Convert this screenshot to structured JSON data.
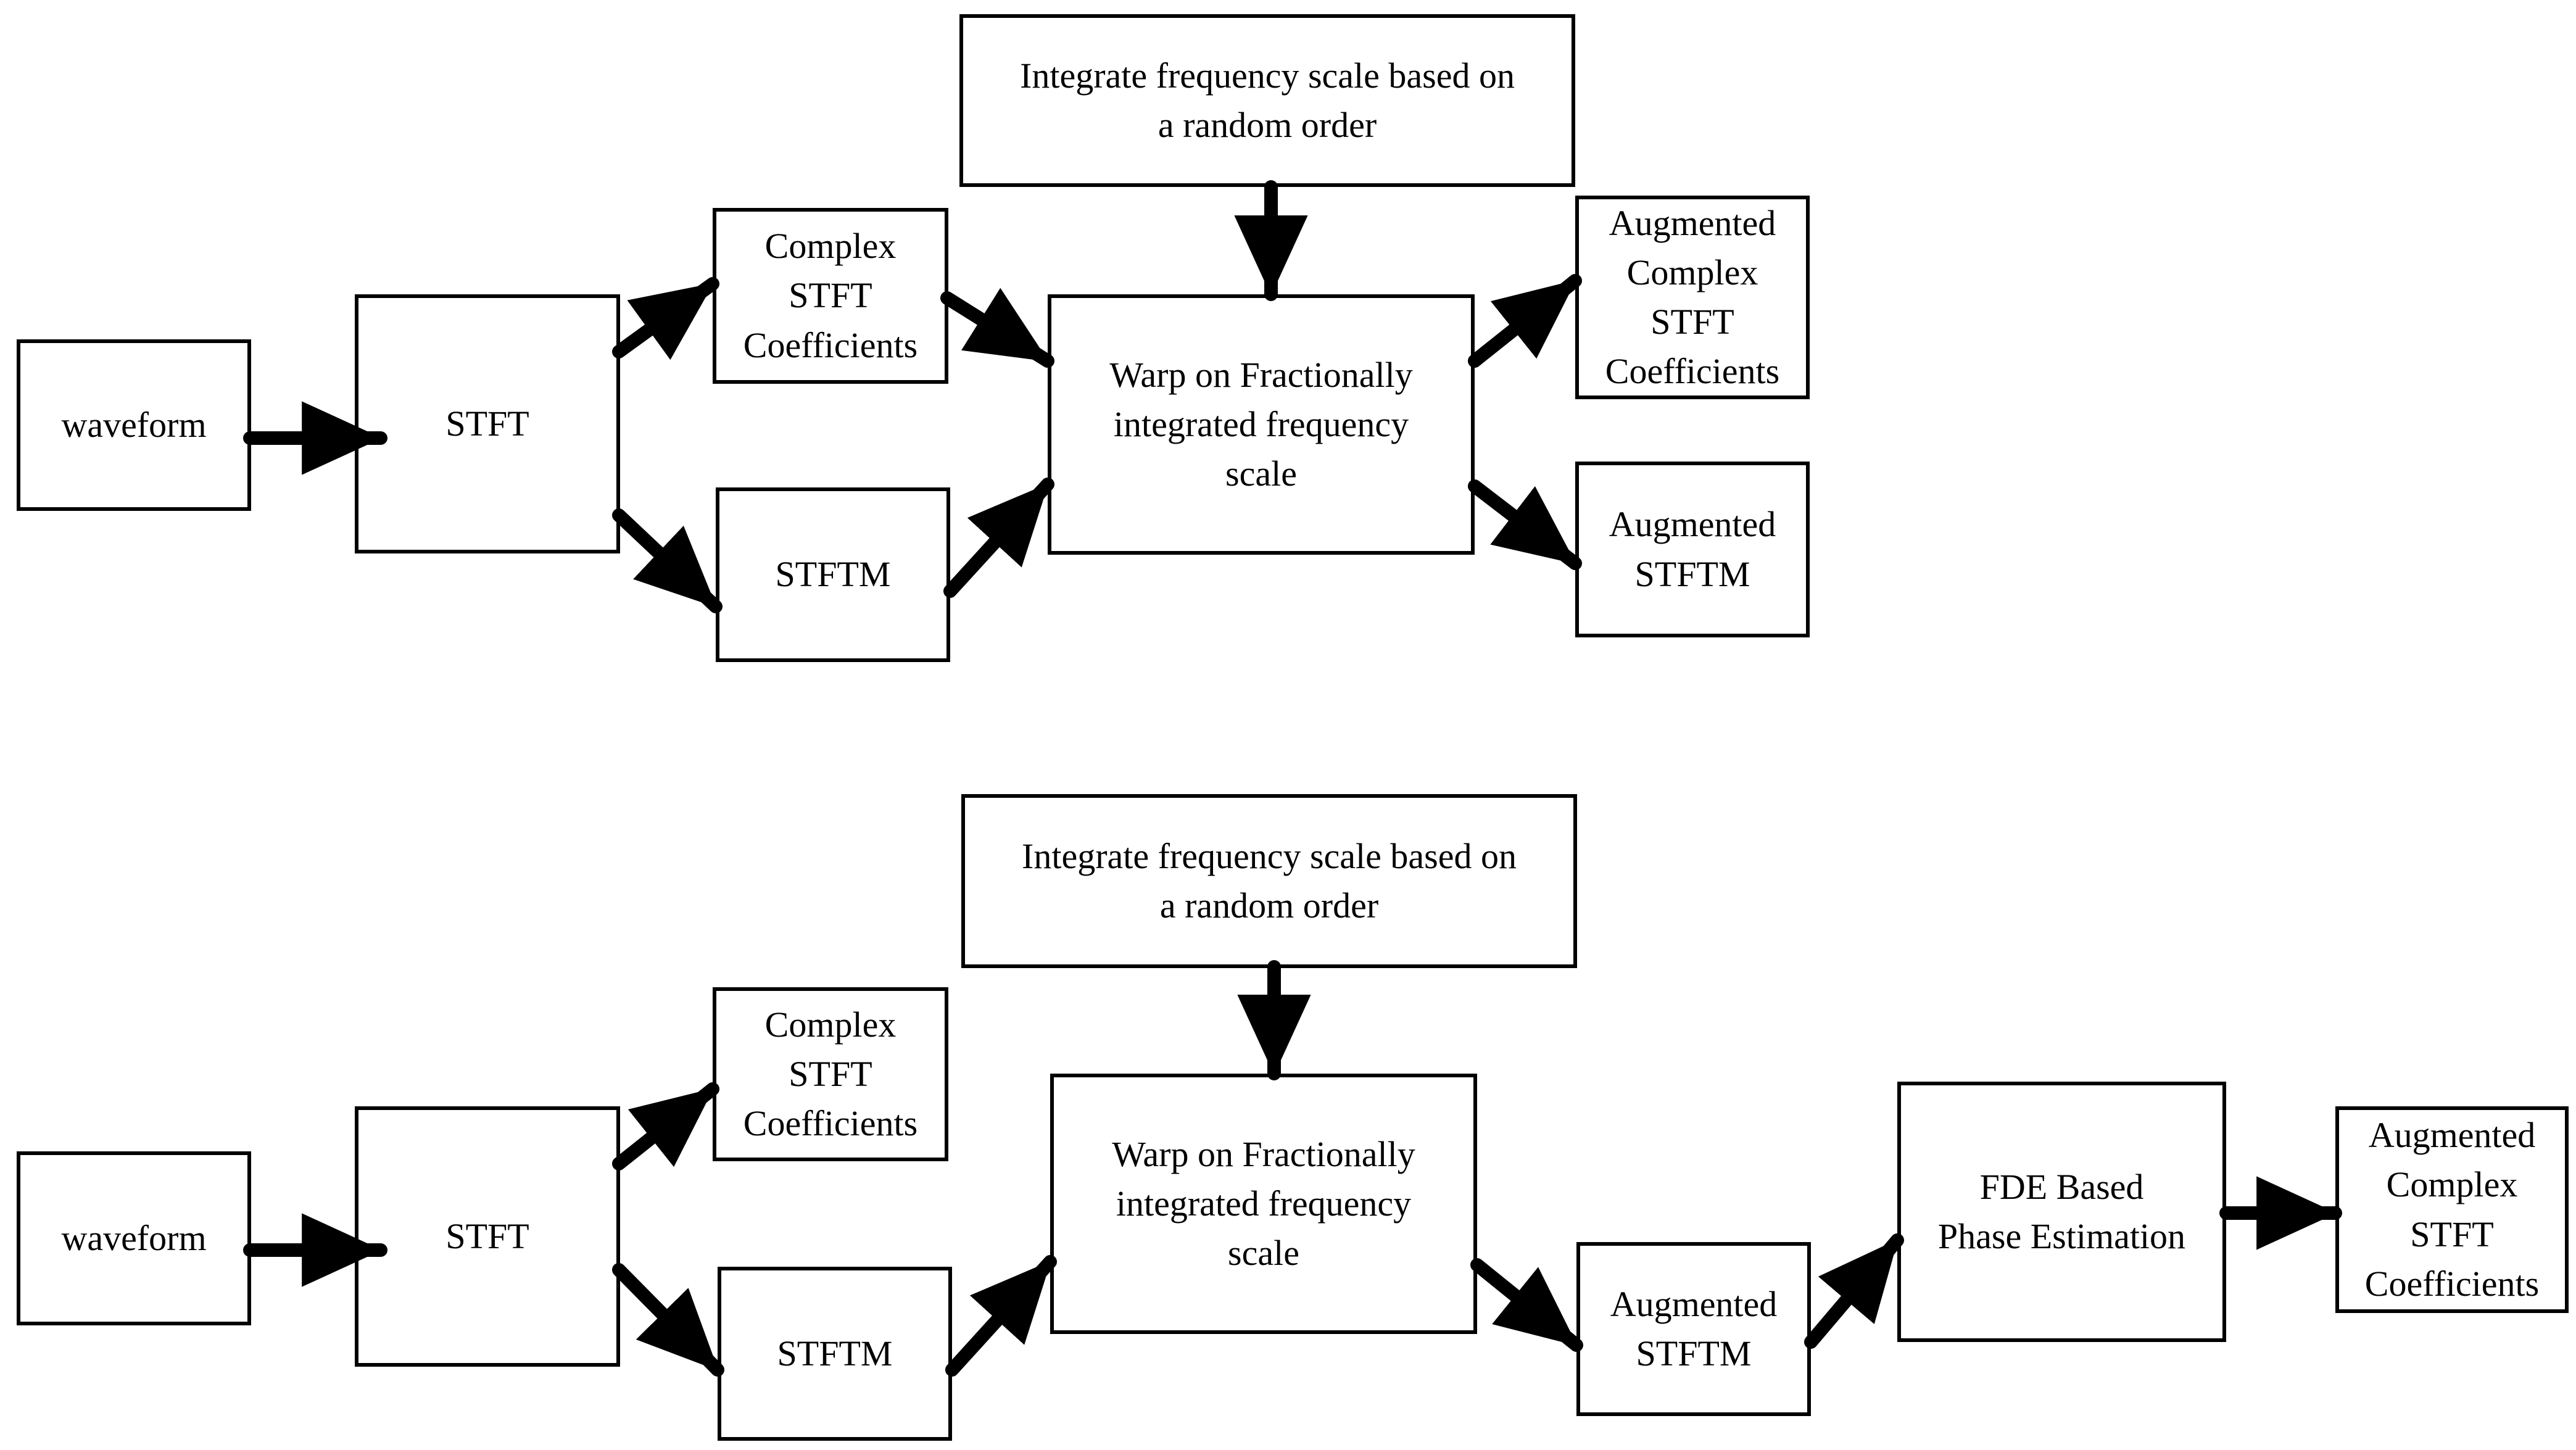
{
  "colors": {
    "stroke": "#000000",
    "background": "#ffffff"
  },
  "top": {
    "waveform": "waveform",
    "stft": "STFT",
    "complex": "Complex\nSTFT\nCoefficients",
    "stftm": "STFTM",
    "integrate": "Integrate frequency scale based on\na random order",
    "warp": "Warp on Fractionally\nintegrated frequency\nscale",
    "aug_complex": "Augmented\nComplex\nSTFT\nCoefficients",
    "aug_stftm": "Augmented\nSTFTM"
  },
  "bottom": {
    "waveform": "waveform",
    "stft": "STFT",
    "complex": "Complex\nSTFT\nCoefficients",
    "stftm": "STFTM",
    "integrate": "Integrate frequency scale based on\na random order",
    "warp": "Warp on Fractionally\nintegrated frequency\nscale",
    "aug_stftm": "Augmented\nSTFTM",
    "fde": "FDE Based\nPhase Estimation",
    "aug_complex": "Augmented\nComplex\nSTFT\nCoefficients"
  }
}
